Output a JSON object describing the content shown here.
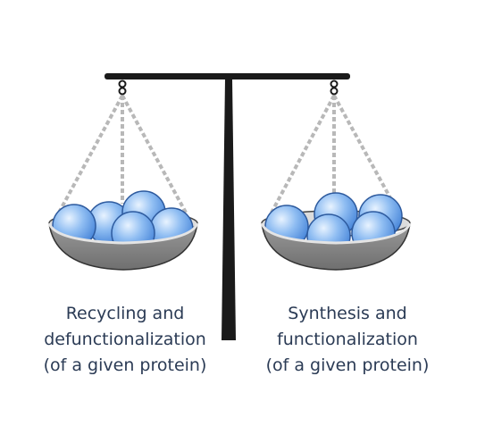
{
  "left_pan": {
    "label_lines": [
      "Recycling and",
      "defunctionalization",
      "(of a given protein)"
    ],
    "ball_count": 5
  },
  "right_pan": {
    "label_lines": [
      "Synthesis and",
      "functionalization",
      "(of a given protein)"
    ],
    "ball_count": 5
  },
  "colors": {
    "beam": "#1a1a1a",
    "chain": "#b8b8b8",
    "pan_fill": "#8e8e8e",
    "pan_rim": "#dcdcdc",
    "ball_light": "#e8f3ff",
    "ball_mid": "#8fbdf2",
    "ball_dark": "#3f7fd6",
    "text": "#2b3b55"
  }
}
